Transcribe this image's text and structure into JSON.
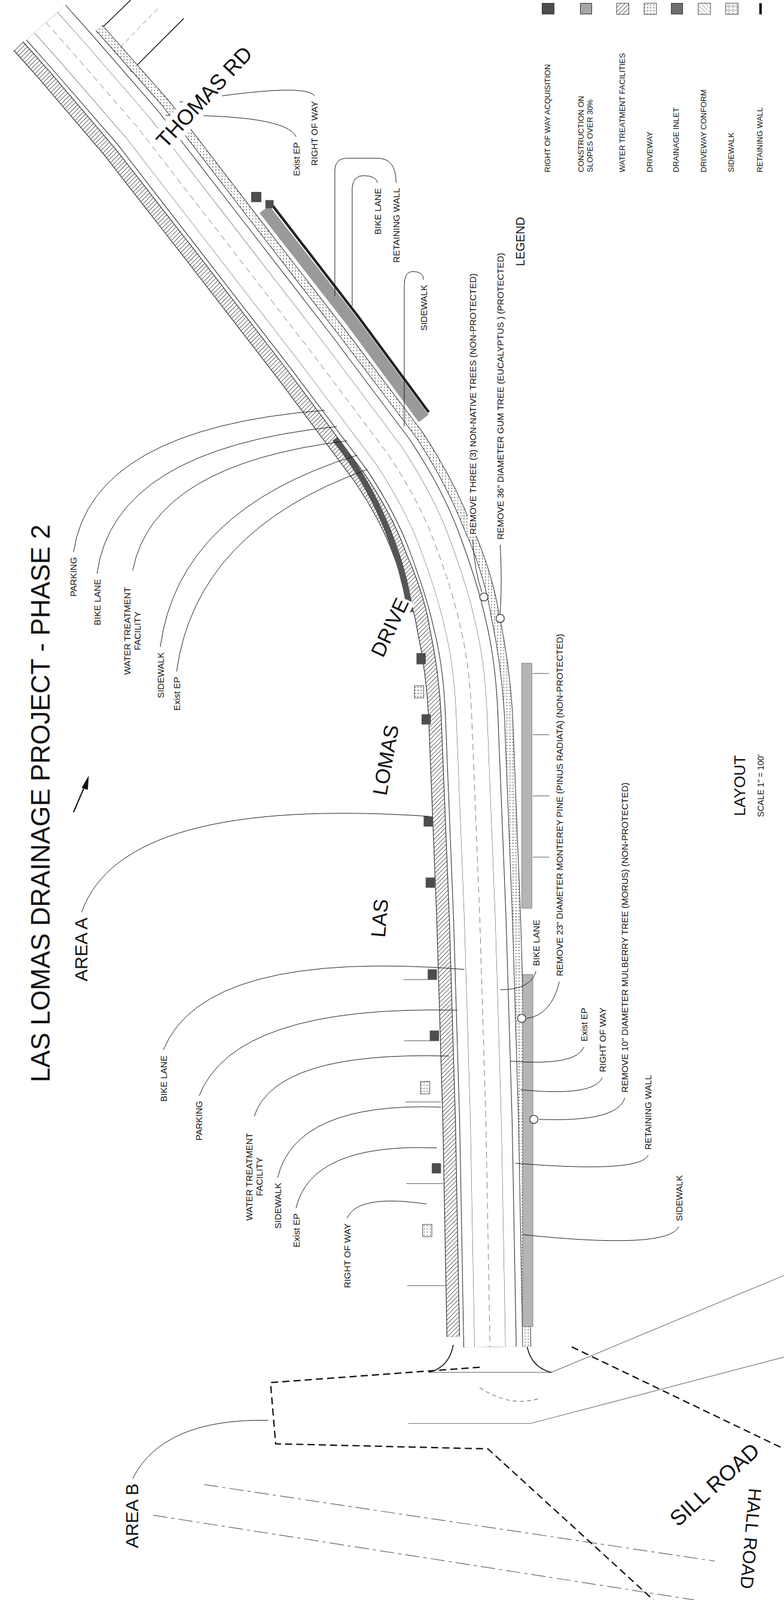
{
  "diagram": {
    "title": "LAS LOMAS DRAINAGE PROJECT - PHASE 2",
    "labels": [
      "THOMAS RD",
      "Exist EP",
      "RIGHT OF WAY",
      "BIKE LANE",
      "RETAINING WALL",
      "SIDEWALK",
      "REMOVE THREE (3) NON-NATIVE TREES (NON-PROTECTED)",
      "REMOVE 36\" DIAMETER GUM TREE (EUCALYPTUS ) (PROTECTED)",
      "PARKING",
      "BIKE LANE",
      "WATER TREATMENT FACILITY",
      "SIDEWALK",
      "Exist EP",
      "AREA A",
      "LAS",
      "LOMAS",
      "DRIVE",
      "BIKE LANE",
      "REMOVE 23\" DIAMETER MONTEREY PINE (PINUS RADIATA) (NON-PROTECTED)",
      "Exist EP",
      "RIGHT OF WAY",
      "REMOVE 10\" DIAMETER MULBERRY TREE (MORUS) (NON-PROTECTED)",
      "RETAINING WALL",
      "SIDEWALK",
      "BIKE LANE",
      "PARKING",
      "WATER TREATMENT FACILITY",
      "SIDEWALK",
      "Exist EP",
      "RIGHT OF WAY",
      "AREA B",
      "SILL ROAD",
      "HALL ROAD",
      "LAYOUT",
      "SCALE 1\" = 100'",
      "LEGEND"
    ],
    "legend": [
      {
        "text": "RIGHT OF WAY ACQUISITION",
        "color": "#4d4d4d"
      },
      {
        "text": "CONSTRUCTION ON SLOPES OVER 30%",
        "color": "#a6a6a6"
      },
      {
        "text": "WATER TREATMENT FACILITIES"
      },
      {
        "text": "DRIVEWAY"
      },
      {
        "text": "DRAINAGE INLET",
        "color": "#6e6e6e"
      },
      {
        "text": "DRIVEWAY CONFORM"
      },
      {
        "text": "SIDEWALK"
      },
      {
        "text": "RETAINING WALL"
      }
    ]
  }
}
